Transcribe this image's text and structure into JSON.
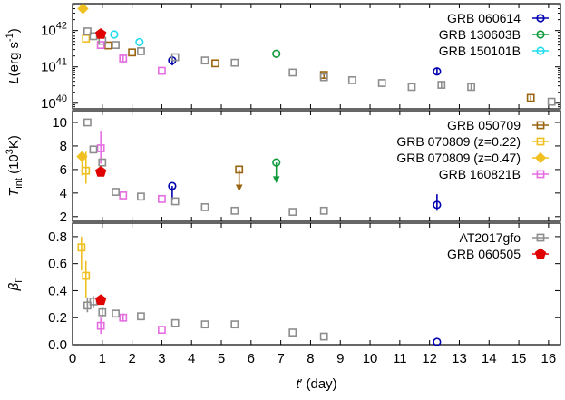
{
  "chart_data": [
    {
      "panel": "top",
      "type": "scatter",
      "ylabel_main": "L",
      "ylabel_unit": "(erg s",
      "ylabel_sup": "-1",
      "ylabel_end": ")",
      "yscale": "log",
      "ylim": [
        7e+39,
        5.5e+42
      ],
      "xlim": [
        0,
        16.4
      ],
      "yticks": [
        {
          "v": 1e+40,
          "base": "10",
          "exp": "40"
        },
        {
          "v": 1e+41,
          "base": "10",
          "exp": "41"
        },
        {
          "v": 1e+42,
          "base": "10",
          "exp": "42"
        }
      ],
      "legend": {
        "position": "top-right",
        "entries": [
          "GRB 060614",
          "GRB 130603B",
          "GRB 150101B"
        ]
      },
      "series": [
        {
          "name": "GRB 060614",
          "color": "#0000b0",
          "marker": "circle",
          "filled": false,
          "points": [
            {
              "x": 3.35,
              "y": 1.5e+41,
              "elo": 1.1e+41,
              "ehi": 2e+41
            },
            {
              "x": 12.25,
              "y": 7.5e+40,
              "elo": 6e+40,
              "ehi": 9.5e+40
            }
          ]
        },
        {
          "name": "GRB 130603B",
          "color": "#109a3c",
          "marker": "circle",
          "filled": false,
          "points": [
            {
              "x": 6.85,
              "y": 2.3e+41
            }
          ]
        },
        {
          "name": "GRB 150101B",
          "color": "#22dcee",
          "marker": "circle",
          "filled": false,
          "points": [
            {
              "x": 1.4,
              "y": 7.8e+41
            },
            {
              "x": 2.25,
              "y": 4.8e+41
            }
          ]
        },
        {
          "name": "GRB 050709",
          "color": "#9a6410",
          "marker": "square",
          "filled": false,
          "points": [
            {
              "x": 1.2,
              "y": 3.9e+41
            },
            {
              "x": 2.0,
              "y": 2.5e+41
            },
            {
              "x": 4.8,
              "y": 1.25e+41
            },
            {
              "x": 8.45,
              "y": 6e+40,
              "elo": 5e+40,
              "ehi": 7e+40
            },
            {
              "x": 15.4,
              "y": 1.4e+40,
              "elo": 1.2e+40,
              "ehi": 1.6e+40
            }
          ]
        },
        {
          "name": "GRB 070809 (z=0.22)",
          "color": "#f0c020",
          "marker": "square",
          "filled": false,
          "points": [
            {
              "x": 0.45,
              "y": 6e+41
            }
          ]
        },
        {
          "name": "GRB 070809 (z=0.47)",
          "color": "#f0c020",
          "marker": "diamond",
          "filled": true,
          "points": [
            {
              "x": 0.35,
              "y": 4e+42
            }
          ]
        },
        {
          "name": "GRB 160821B",
          "color": "#e46ee0",
          "marker": "square",
          "filled": false,
          "points": [
            {
              "x": 0.95,
              "y": 4e+41
            },
            {
              "x": 1.7,
              "y": 1.7e+41,
              "elo": 1.4e+41,
              "ehi": 2.1e+41
            },
            {
              "x": 3.0,
              "y": 7.8e+40
            }
          ]
        },
        {
          "name": "AT2017gfo",
          "color": "#8e8e8e",
          "marker": "square",
          "filled": false,
          "points": [
            {
              "x": 0.5,
              "y": 9.5e+41
            },
            {
              "x": 0.7,
              "y": 7e+41
            },
            {
              "x": 1.0,
              "y": 5.2e+41
            },
            {
              "x": 1.45,
              "y": 4e+41
            },
            {
              "x": 2.3,
              "y": 2.7e+41
            },
            {
              "x": 3.45,
              "y": 1.85e+41
            },
            {
              "x": 4.45,
              "y": 1.5e+41
            },
            {
              "x": 5.45,
              "y": 1.3e+41
            },
            {
              "x": 7.4,
              "y": 7e+40
            },
            {
              "x": 8.45,
              "y": 5.2e+40
            },
            {
              "x": 9.4,
              "y": 4.3e+40
            },
            {
              "x": 10.4,
              "y": 3.6e+40
            },
            {
              "x": 11.4,
              "y": 2.8e+40
            },
            {
              "x": 12.4,
              "y": 3.2e+40,
              "elo": 2.6e+40,
              "ehi": 4e+40
            },
            {
              "x": 13.4,
              "y": 2.8e+40,
              "elo": 2.3e+40,
              "ehi": 3.4e+40
            },
            {
              "x": 16.1,
              "y": 1.1e+40
            }
          ]
        },
        {
          "name": "GRB 060505",
          "color": "#e00000",
          "marker": "pentagon",
          "filled": true,
          "points": [
            {
              "x": 0.95,
              "y": 8e+41
            }
          ]
        }
      ]
    },
    {
      "panel": "middle",
      "type": "scatter",
      "ylabel_main": "T",
      "ylabel_sub": "int",
      "ylabel_unit": " (10",
      "ylabel_sup": "3",
      "ylabel_end": "K)",
      "ylim": [
        1.6,
        11
      ],
      "xlim": [
        0,
        16.4
      ],
      "yticks": [
        {
          "v": 2,
          "label": "2"
        },
        {
          "v": 4,
          "label": "4"
        },
        {
          "v": 6,
          "label": "6"
        },
        {
          "v": 8,
          "label": "8"
        },
        {
          "v": 10,
          "label": "10"
        }
      ],
      "legend": {
        "position": "top-right",
        "entries": [
          "GRB 050709",
          "GRB 070809 (z=0.22)",
          "GRB 070809 (z=0.47)",
          "GRB 160821B"
        ]
      },
      "series": [
        {
          "name": "GRB 060614",
          "color": "#0000b0",
          "marker": "circle",
          "filled": false,
          "points": [
            {
              "x": 3.35,
              "y": 4.6,
              "elo": 3.4,
              "ehi": 4.6
            },
            {
              "x": 12.25,
              "y": 3.0,
              "elo": 2.5,
              "ehi": 3.9
            }
          ]
        },
        {
          "name": "GRB 130603B",
          "color": "#109a3c",
          "marker": "circle",
          "filled": false,
          "points": [
            {
              "x": 6.85,
              "y": 6.6,
              "upper_limit": true,
              "arrow_to": 5.0
            }
          ]
        },
        {
          "name": "GRB 050709",
          "color": "#9a6410",
          "marker": "square",
          "filled": false,
          "points": [
            {
              "x": 5.6,
              "y": 6.0,
              "upper_limit": true,
              "arrow_to": 4.3
            }
          ]
        },
        {
          "name": "GRB 070809 (z=0.22)",
          "color": "#f0c020",
          "marker": "square",
          "filled": false,
          "points": [
            {
              "x": 0.45,
              "y": 5.9,
              "elo": 4.8,
              "ehi": 7.5
            }
          ]
        },
        {
          "name": "GRB 070809 (z=0.47)",
          "color": "#f0c020",
          "marker": "diamond",
          "filled": true,
          "points": [
            {
              "x": 0.32,
              "y": 7.1,
              "elo": 5.5,
              "ehi": 7.5
            }
          ]
        },
        {
          "name": "GRB 160821B",
          "color": "#e46ee0",
          "marker": "square",
          "filled": false,
          "points": [
            {
              "x": 0.95,
              "y": 7.8,
              "elo": 6.5,
              "ehi": 9.3
            },
            {
              "x": 1.7,
              "y": 3.8
            },
            {
              "x": 3.0,
              "y": 3.5
            }
          ]
        },
        {
          "name": "AT2017gfo",
          "color": "#8e8e8e",
          "marker": "square",
          "filled": false,
          "points": [
            {
              "x": 0.5,
              "y": 10.0
            },
            {
              "x": 0.7,
              "y": 7.7
            },
            {
              "x": 1.0,
              "y": 6.6
            },
            {
              "x": 1.45,
              "y": 4.1
            },
            {
              "x": 2.3,
              "y": 3.7
            },
            {
              "x": 3.45,
              "y": 3.3
            },
            {
              "x": 4.45,
              "y": 2.8
            },
            {
              "x": 5.45,
              "y": 2.5
            },
            {
              "x": 7.4,
              "y": 2.4
            },
            {
              "x": 8.45,
              "y": 2.5
            }
          ]
        },
        {
          "name": "GRB 060505",
          "color": "#e00000",
          "marker": "pentagon",
          "filled": true,
          "points": [
            {
              "x": 0.95,
              "y": 5.8
            }
          ]
        }
      ]
    },
    {
      "panel": "bottom",
      "type": "scatter",
      "ylabel_main": "β",
      "ylabel_sub": "Γ",
      "ylim": [
        0,
        0.9
      ],
      "xlim": [
        0,
        16.4
      ],
      "xlabel": "t",
      "xlabel_prime": "′",
      "xlabel_unit": " (day)",
      "xticks": [
        "0",
        "1",
        "2",
        "3",
        "4",
        "5",
        "6",
        "7",
        "8",
        "9",
        "10",
        "11",
        "12",
        "13",
        "14",
        "15",
        "16"
      ],
      "yticks": [
        {
          "v": 0,
          "label": "0.0"
        },
        {
          "v": 0.2,
          "label": "0.2"
        },
        {
          "v": 0.4,
          "label": "0.4"
        },
        {
          "v": 0.6,
          "label": "0.6"
        },
        {
          "v": 0.8,
          "label": "0.8"
        }
      ],
      "legend": {
        "position": "top-right",
        "entries": [
          "AT2017gfo",
          "GRB 060505"
        ]
      },
      "series": [
        {
          "name": "GRB 060614",
          "color": "#0000b0",
          "marker": "circle",
          "filled": false,
          "points": [
            {
              "x": 12.25,
              "y": 0.02
            }
          ]
        },
        {
          "name": "GRB 070809 (z=0.22)",
          "color": "#f0c020",
          "marker": "square",
          "filled": false,
          "points": [
            {
              "x": 0.3,
              "y": 0.72,
              "elo": 0.55,
              "ehi": 0.8
            },
            {
              "x": 0.45,
              "y": 0.51,
              "elo": 0.35,
              "ehi": 0.62
            }
          ]
        },
        {
          "name": "GRB 160821B",
          "color": "#e46ee0",
          "marker": "square",
          "filled": false,
          "points": [
            {
              "x": 0.95,
              "y": 0.14,
              "elo": 0.08,
              "ehi": 0.2
            },
            {
              "x": 1.7,
              "y": 0.2,
              "elo": 0.17,
              "ehi": 0.23
            },
            {
              "x": 3.0,
              "y": 0.11
            }
          ]
        },
        {
          "name": "AT2017gfo",
          "color": "#8e8e8e",
          "marker": "square",
          "filled": false,
          "points": [
            {
              "x": 0.5,
              "y": 0.29,
              "elo": 0.24,
              "ehi": 0.35
            },
            {
              "x": 0.7,
              "y": 0.32,
              "elo": 0.27,
              "ehi": 0.36
            },
            {
              "x": 1.0,
              "y": 0.24,
              "elo": 0.2,
              "ehi": 0.28
            },
            {
              "x": 1.45,
              "y": 0.23
            },
            {
              "x": 2.3,
              "y": 0.21
            },
            {
              "x": 3.45,
              "y": 0.16
            },
            {
              "x": 4.45,
              "y": 0.15
            },
            {
              "x": 5.45,
              "y": 0.15
            },
            {
              "x": 7.4,
              "y": 0.09
            },
            {
              "x": 8.45,
              "y": 0.06
            }
          ]
        },
        {
          "name": "GRB 060505",
          "color": "#e00000",
          "marker": "pentagon",
          "filled": true,
          "points": [
            {
              "x": 0.95,
              "y": 0.33
            }
          ]
        }
      ]
    }
  ]
}
